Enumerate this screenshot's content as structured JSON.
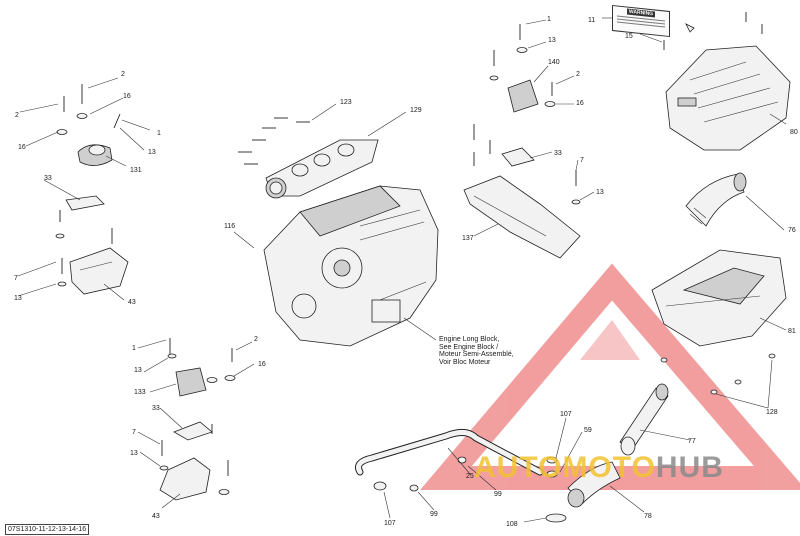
{
  "diagram": {
    "callouts": [
      "1",
      "2",
      "13",
      "16",
      "131",
      "33",
      "7",
      "43",
      "123",
      "129",
      "116",
      "140",
      "137",
      "11",
      "15",
      "80",
      "76",
      "81",
      "128",
      "133",
      "107",
      "59",
      "77",
      "25",
      "99",
      "78",
      "108"
    ],
    "note": "Engine Long Block,\nSee Engine Block /\nMoteur Semi-Assemblé,\nVoir Bloc Moteur",
    "reference": "07S1310-11-12-13-14-16",
    "warning_label_title": "WARNING"
  },
  "watermark": {
    "word_part1": "AUTOMOTO",
    "word_part2": "HUB",
    "colors": {
      "triangle": "#e85050",
      "accent": "#f2c230",
      "gray": "#8a8a8a"
    }
  }
}
